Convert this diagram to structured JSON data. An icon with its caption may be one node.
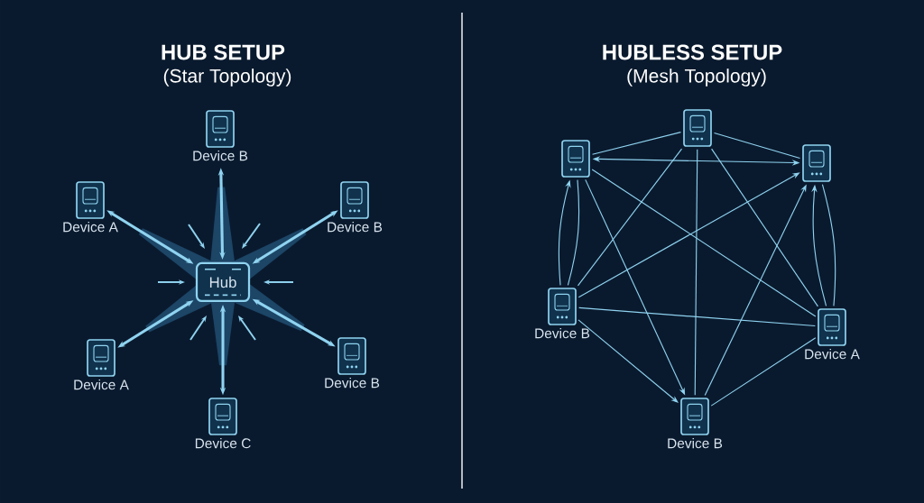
{
  "diagram": {
    "nodes": [
      {
        "text": [
          "Device B"
        ]
      },
      {
        "text": [
          "Device A"
        ]
      },
      {
        "text": [
          "Device B"
        ]
      },
      {
        "text": [
          "Hub"
        ]
      },
      {
        "text": [
          "Device A"
        ]
      },
      {
        "text": [
          "Device B"
        ]
      },
      {
        "text": [
          "Device C"
        ]
      },
      {
        "text": [],
        "shape": "box"
      },
      {
        "text": [],
        "shape": "box"
      },
      {
        "text": [],
        "shape": "box"
      },
      {
        "text": [
          "Device B"
        ]
      },
      {
        "text": [
          "Device A"
        ]
      },
      {
        "text": [
          "Device B"
        ]
      }
    ],
    "edges": [
      {
        "from": 3,
        "to": 0,
        "arrow": "both",
        "style": "thick"
      },
      {
        "from": 3,
        "to": 1,
        "arrow": "both",
        "style": "thick"
      },
      {
        "from": 3,
        "to": 2,
        "arrow": "both",
        "style": "thick"
      },
      {
        "from": 3,
        "to": 4,
        "arrow": "both",
        "style": "thick"
      },
      {
        "from": 3,
        "to": 5,
        "arrow": "both",
        "style": "thick"
      },
      {
        "from": 3,
        "to": 6,
        "arrow": "both",
        "style": "thick"
      },
      {
        "from": 8,
        "to": 9,
        "arrow": "both"
      },
      {
        "from": 7,
        "to": 8,
        "arrow": "none"
      },
      {
        "from": 7,
        "to": 9,
        "arrow": "none"
      },
      {
        "from": 7,
        "to": 10,
        "arrow": "none"
      },
      {
        "from": 7,
        "to": 11,
        "arrow": "none"
      },
      {
        "from": 7,
        "to": 12,
        "arrow": "none"
      },
      {
        "from": 8,
        "to": 10,
        "arrow": "none"
      },
      {
        "from": 10,
        "to": 8,
        "arrow": "to"
      },
      {
        "from": 8,
        "to": 11,
        "arrow": "none"
      },
      {
        "from": 8,
        "to": 12,
        "arrow": "to"
      },
      {
        "from": 10,
        "to": 9,
        "arrow": "to"
      },
      {
        "from": 9,
        "to": 11,
        "arrow": "none"
      },
      {
        "from": 11,
        "to": 9,
        "arrow": "to"
      },
      {
        "from": 12,
        "to": 9,
        "arrow": "to"
      },
      {
        "from": 10,
        "to": 11,
        "arrow": "none"
      },
      {
        "from": 10,
        "to": 12,
        "arrow": "to"
      },
      {
        "from": 12,
        "to": 11,
        "arrow": "none"
      }
    ],
    "labels": [
      "HUB SETUP",
      "(Star Topology)",
      "HUBLESS SETUP",
      "(Mesh Topology)"
    ]
  }
}
